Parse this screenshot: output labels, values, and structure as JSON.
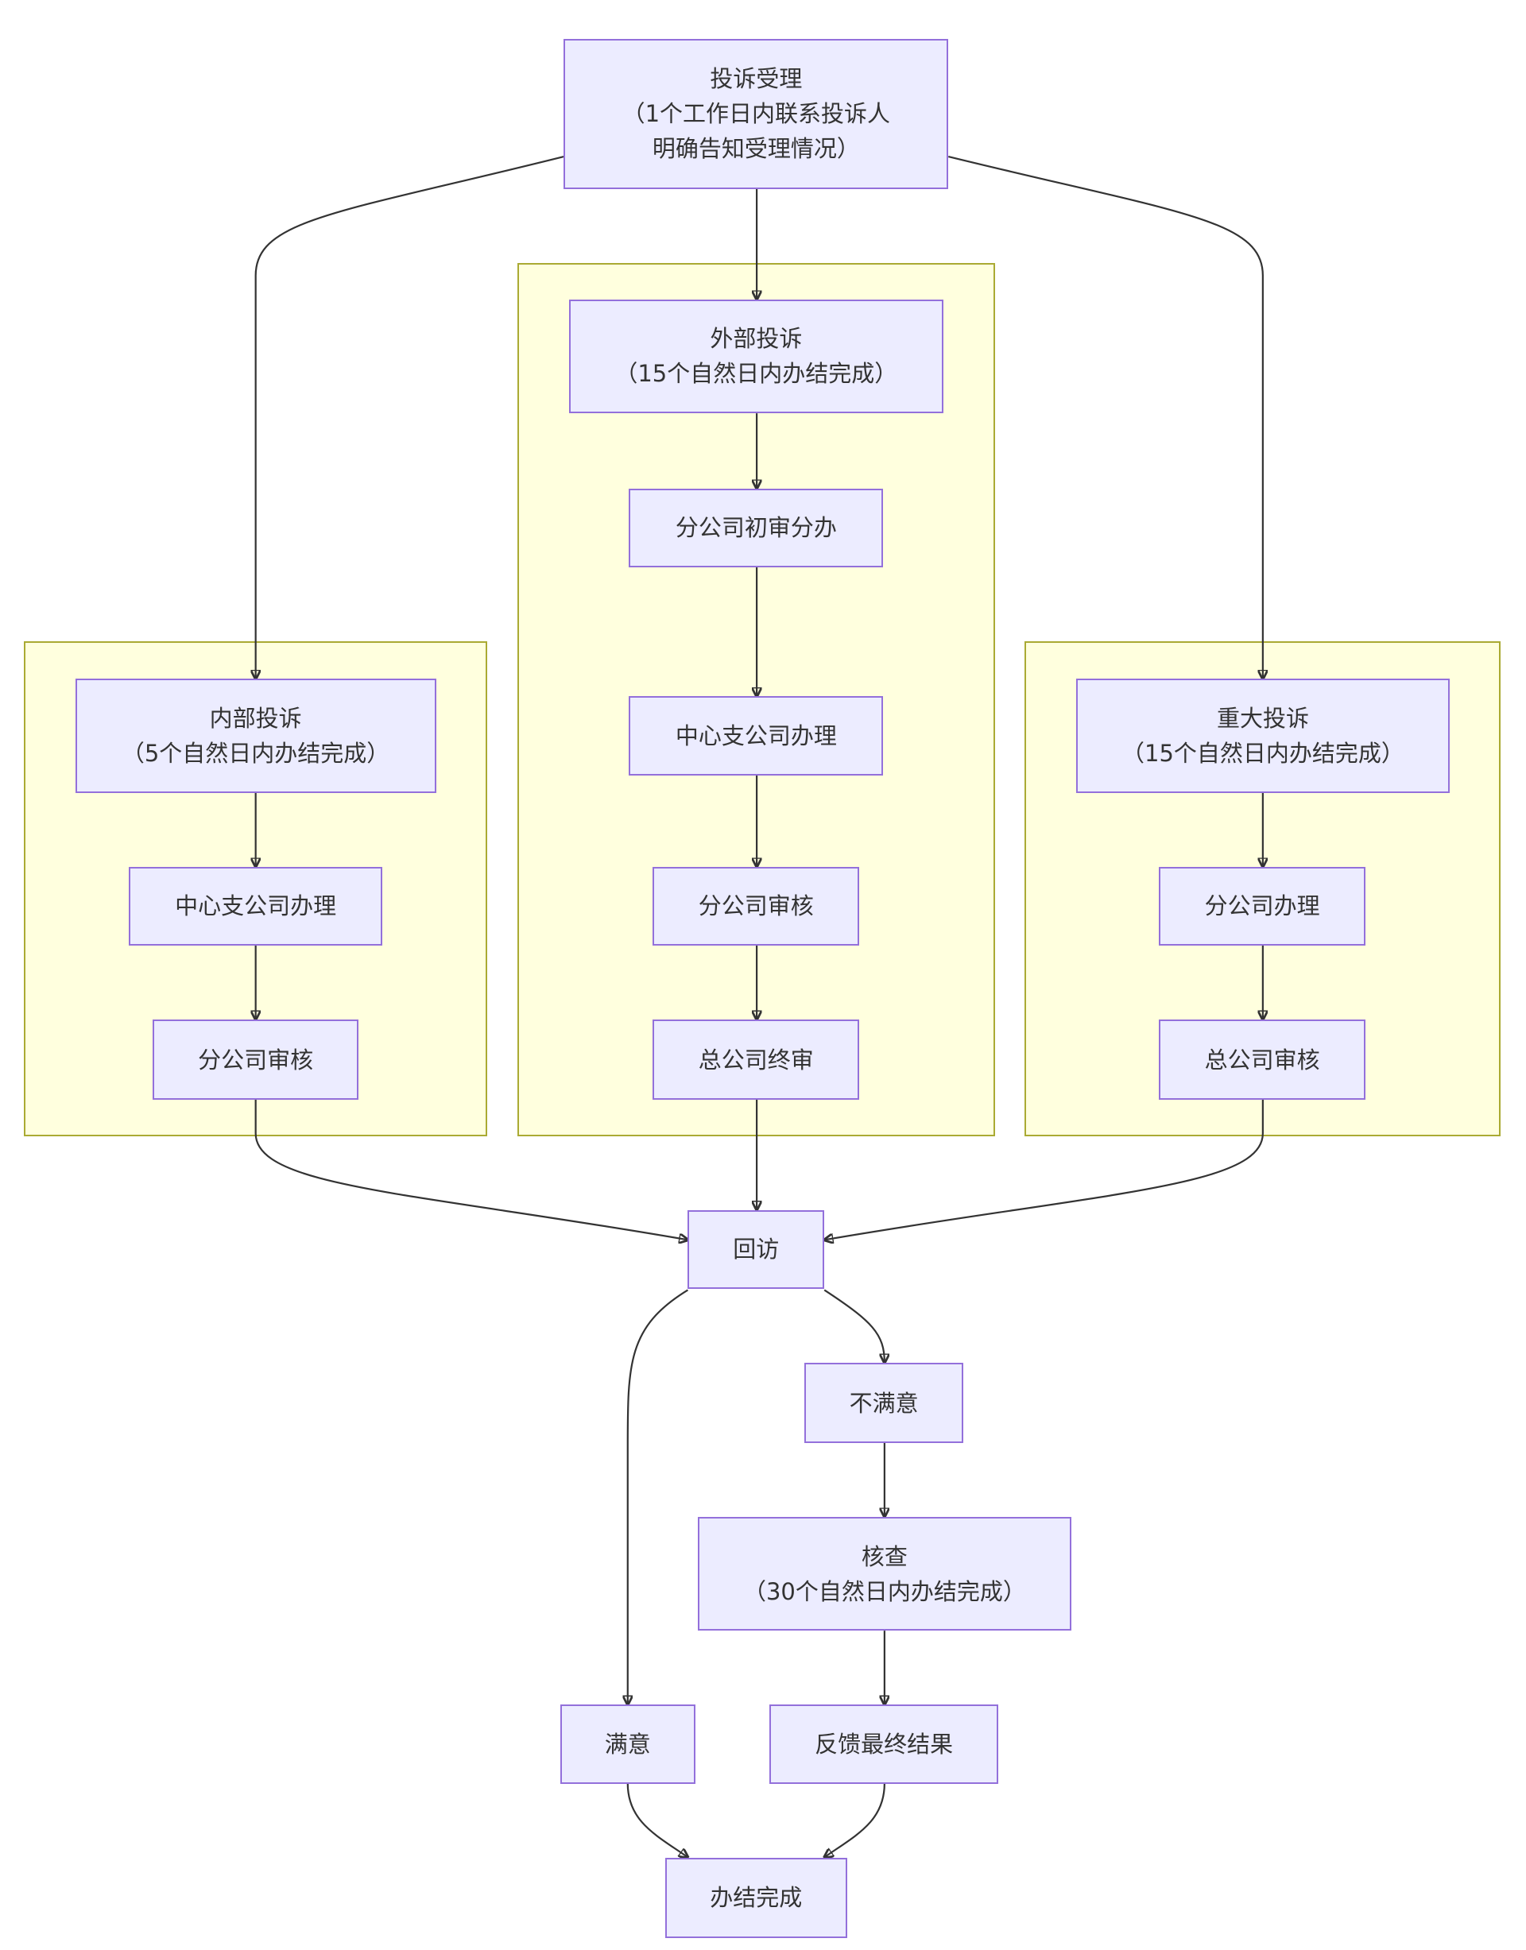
{
  "diagram": {
    "colors": {
      "node_fill": "#ececff",
      "node_border": "#9370db",
      "cluster_fill": "#ffffde",
      "cluster_border": "#aaaa33",
      "edge": "#333333",
      "text": "#333333"
    },
    "nodes": {
      "accept": [
        "投诉受理",
        "（1个工作日内联系投诉人",
        "明确告知受理情况）"
      ],
      "internal": [
        "内部投诉",
        "（5个自然日内办结完成）"
      ],
      "internal_center": [
        "中心支公司办理"
      ],
      "internal_branch": [
        "分公司审核"
      ],
      "external": [
        "外部投诉",
        "（15个自然日内办结完成）"
      ],
      "external_first": [
        "分公司初审分办"
      ],
      "external_center": [
        "中心支公司办理"
      ],
      "external_branch": [
        "分公司审核"
      ],
      "external_final": [
        "总公司终审"
      ],
      "major": [
        "重大投诉",
        "（15个自然日内办结完成）"
      ],
      "major_branch": [
        "分公司办理"
      ],
      "major_hq": [
        "总公司审核"
      ],
      "revisit": [
        "回访"
      ],
      "unsatisfied": [
        "不满意"
      ],
      "verify": [
        "核查",
        "（30个自然日内办结完成）"
      ],
      "satisfied": [
        "满意"
      ],
      "feedback": [
        "反馈最终结果"
      ],
      "done": [
        "办结完成"
      ]
    },
    "edges": [
      [
        "accept",
        "internal"
      ],
      [
        "accept",
        "external"
      ],
      [
        "accept",
        "major"
      ],
      [
        "internal",
        "internal_center"
      ],
      [
        "internal_center",
        "internal_branch"
      ],
      [
        "external",
        "external_first"
      ],
      [
        "external_first",
        "external_center"
      ],
      [
        "external_center",
        "external_branch"
      ],
      [
        "external_branch",
        "external_final"
      ],
      [
        "major",
        "major_branch"
      ],
      [
        "major_branch",
        "major_hq"
      ],
      [
        "internal_branch",
        "revisit"
      ],
      [
        "external_final",
        "revisit"
      ],
      [
        "major_hq",
        "revisit"
      ],
      [
        "revisit",
        "satisfied"
      ],
      [
        "revisit",
        "unsatisfied"
      ],
      [
        "unsatisfied",
        "verify"
      ],
      [
        "verify",
        "feedback"
      ],
      [
        "satisfied",
        "done"
      ],
      [
        "feedback",
        "done"
      ]
    ]
  }
}
